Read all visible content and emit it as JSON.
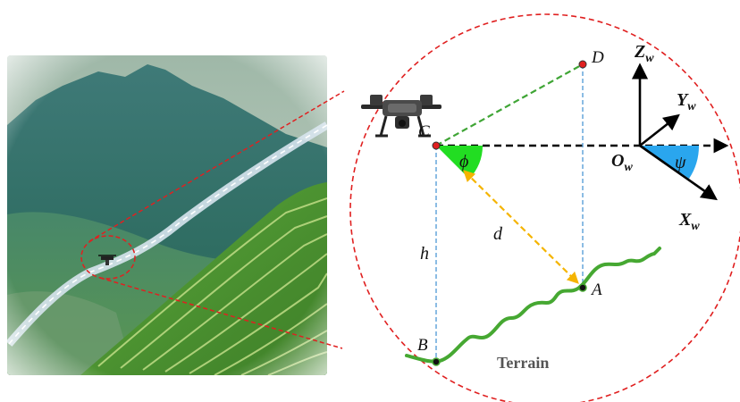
{
  "diagram": {
    "points": {
      "C": "C",
      "D": "D",
      "A": "A",
      "B": "B"
    },
    "labels": {
      "height": "h",
      "distance": "d",
      "pitch_angle": "ϕ",
      "yaw_angle": "ψ",
      "terrain": "Terrain"
    },
    "axes": {
      "z": {
        "main": "Z",
        "sub": "w"
      },
      "y": {
        "main": "Y",
        "sub": "w"
      },
      "x": {
        "main": "X",
        "sub": "w"
      },
      "origin": {
        "main": "O",
        "sub": "w"
      }
    },
    "colors": {
      "zoom_circle": "#e02020",
      "line_CD": "#3fa535",
      "line_CA": "#f5b400",
      "dropline": "#5aa0d8",
      "phi_sector": "#22dd22",
      "psi_sector": "#2aa6ee",
      "terrain_curve": "#46a832",
      "point": "#e02020"
    }
  }
}
